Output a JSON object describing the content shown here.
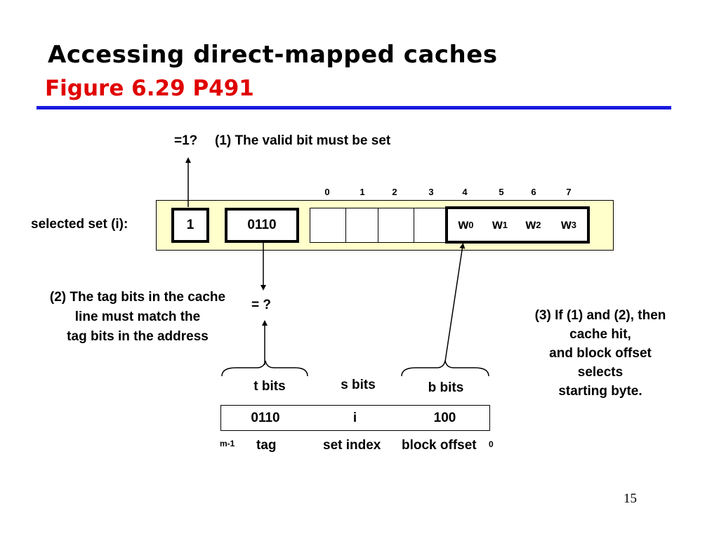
{
  "title": "Accessing direct-mapped caches",
  "subtitle": "Figure 6.29  P491",
  "valid_check": "=1?",
  "step1": "(1) The valid bit must be set",
  "column_indices": [
    "0",
    "1",
    "2",
    "3",
    "4",
    "5",
    "6",
    "7"
  ],
  "set_label": "selected set (i):",
  "valid_bit": "1",
  "tag_value": "0110",
  "words": [
    {
      "base": "w",
      "sub": "0"
    },
    {
      "base": "w",
      "sub": "1"
    },
    {
      "base": "w",
      "sub": "2"
    },
    {
      "base": "w",
      "sub": "3"
    }
  ],
  "step2_lines": [
    "(2) The tag bits in the cache",
    "line must match the",
    "tag bits in the address"
  ],
  "tag_compare": "= ?",
  "step3_lines": [
    "(3) If (1) and (2), then",
    "cache hit,",
    "and block offset",
    "selects",
    "starting byte."
  ],
  "field_widths": {
    "t": "t bits",
    "s": "s bits",
    "b": "b bits"
  },
  "address_fields": {
    "tag": "0110",
    "set": "i",
    "offset": "100"
  },
  "address_labels": {
    "msb": "m-1",
    "tag": "tag",
    "set": "set index",
    "offset": "block offset",
    "lsb": "0"
  },
  "page_number": "15",
  "colors": {
    "title": "#000000",
    "subtitle": "#e00000",
    "rule": "#1a1adf",
    "set_background": "#ffffcc"
  }
}
